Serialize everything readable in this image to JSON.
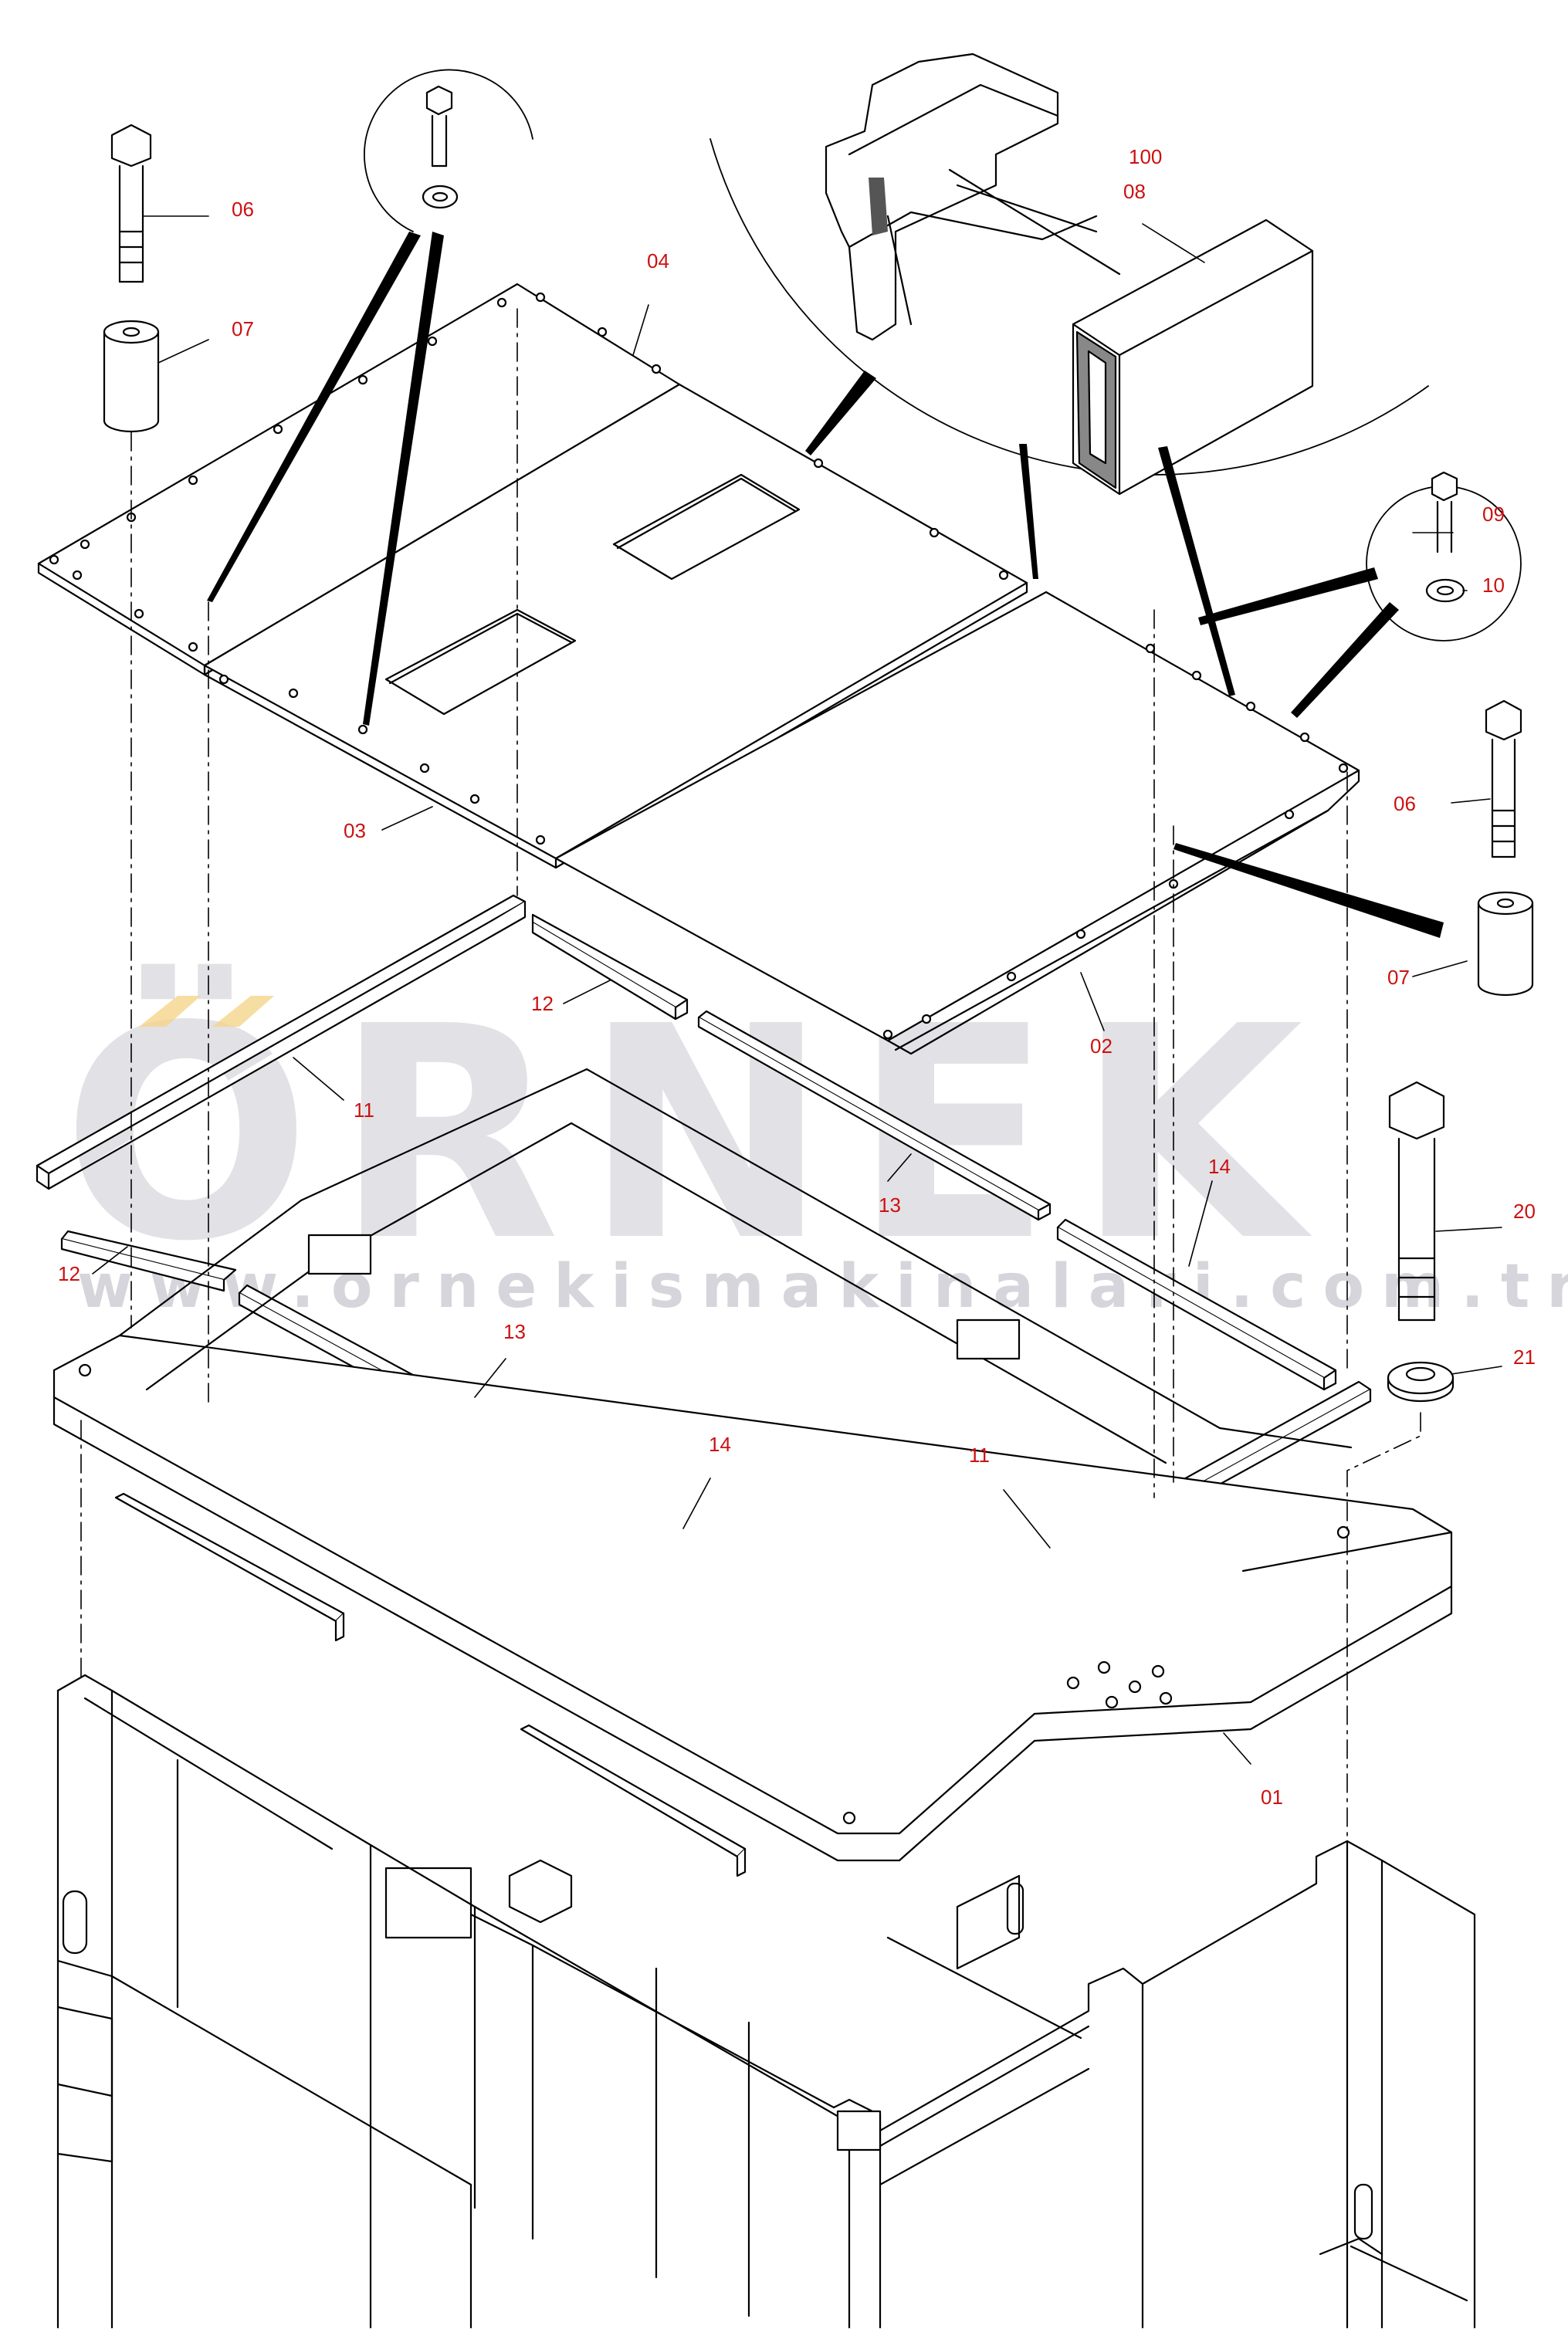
{
  "watermark": {
    "brand": "ÖRNEK",
    "url": "www.ornekismakinalari.com.tr",
    "color": "#d9d8dd",
    "accent": "#f5d58a"
  },
  "callout_color": "#cc1111",
  "line_color": "#000000",
  "callouts": [
    {
      "id": "c06a",
      "label": "06"
    },
    {
      "id": "c07a",
      "label": "07"
    },
    {
      "id": "c04",
      "label": "04"
    },
    {
      "id": "c100",
      "label": "100"
    },
    {
      "id": "c08",
      "label": "08"
    },
    {
      "id": "c09",
      "label": "09"
    },
    {
      "id": "c10",
      "label": "10"
    },
    {
      "id": "c06b",
      "label": "06"
    },
    {
      "id": "c03",
      "label": "03"
    },
    {
      "id": "c07b",
      "label": "07"
    },
    {
      "id": "c02",
      "label": "02"
    },
    {
      "id": "c12a",
      "label": "12"
    },
    {
      "id": "c11a",
      "label": "11"
    },
    {
      "id": "c13a",
      "label": "13"
    },
    {
      "id": "c14a",
      "label": "14"
    },
    {
      "id": "c20",
      "label": "20"
    },
    {
      "id": "c12b",
      "label": "12"
    },
    {
      "id": "c13b",
      "label": "13"
    },
    {
      "id": "c21",
      "label": "21"
    },
    {
      "id": "c14b",
      "label": "14"
    },
    {
      "id": "c11b",
      "label": "11"
    },
    {
      "id": "c01",
      "label": "01"
    }
  ]
}
